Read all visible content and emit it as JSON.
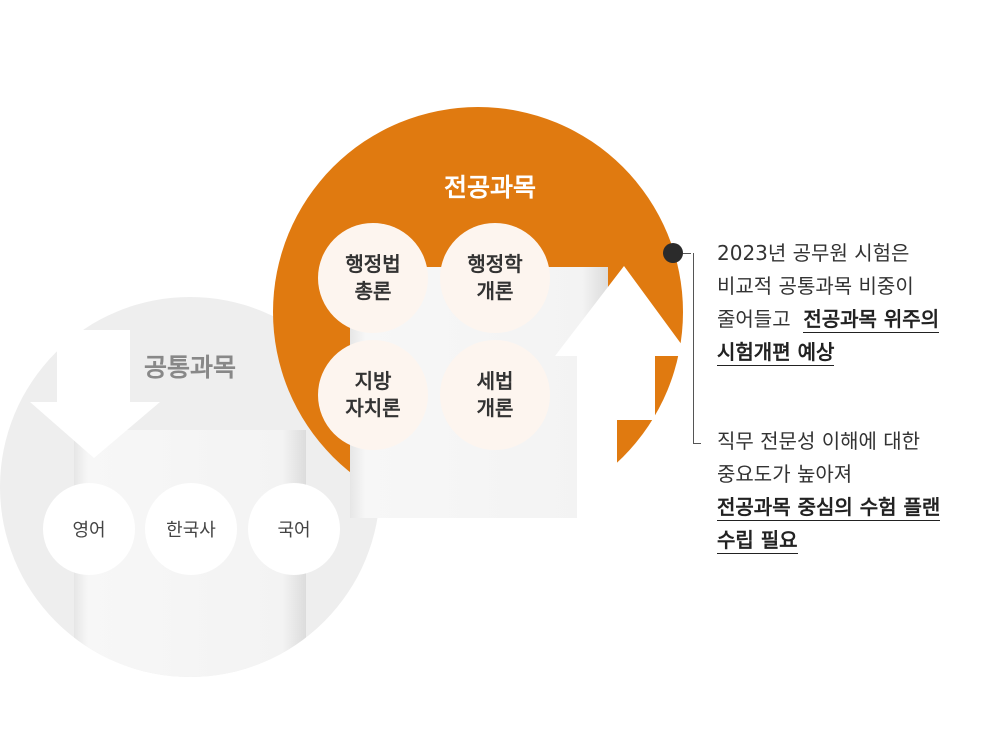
{
  "common": {
    "title": "공통과목",
    "subjects": [
      "영어",
      "한국사",
      "국어"
    ]
  },
  "major": {
    "title": "전공과목",
    "subjects": [
      "행정법\n총론",
      "행정학\n개론",
      "지방\n자치론",
      "세법\n개론"
    ]
  },
  "notes": {
    "first": {
      "line1": "2023년 공무원 시험은",
      "line2": "비교적 공통과목 비중이",
      "line3": "줄어들고",
      "line3_highlight": "전공과목 위주의",
      "line4_highlight": "시험개편 예상"
    },
    "second": {
      "line1": "직무 전문성 이해에 대한",
      "line2": "중요도가 높아져",
      "line3_highlight": "전공과목 중심의 수험 플랜",
      "line4_highlight": "수립 필요"
    }
  },
  "colors": {
    "accent": "#e07a10",
    "common_circle": "#eeeeee",
    "book": "#f4f4f4"
  },
  "icons": {
    "down_arrow": "arrow-down-icon",
    "up_arrow": "arrow-up-icon",
    "bullet": "bullet-dot-icon"
  }
}
